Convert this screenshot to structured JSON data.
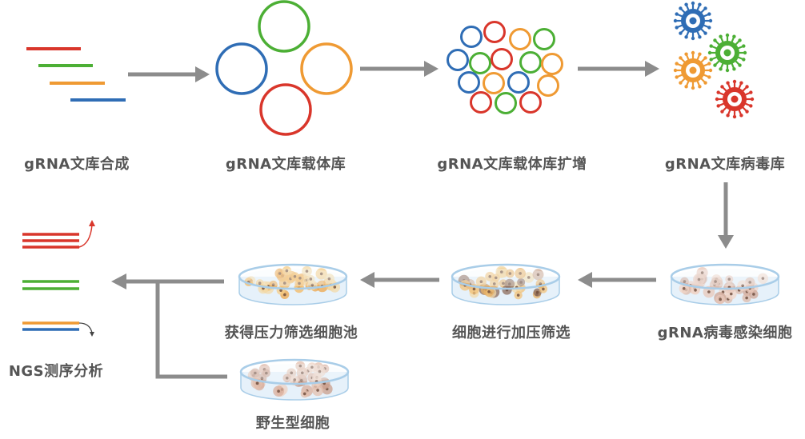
{
  "diagram": {
    "type": "workflow",
    "colors": {
      "red": "#d9362b",
      "green": "#4caf35",
      "orange": "#ef9a33",
      "blue": "#2f6db5",
      "arrow": "#8c8c8c",
      "label": "#555555",
      "dish_rim": "#a9cde8",
      "dish_fill": "#e6f1fa"
    },
    "steps": [
      {
        "id": "synthesis",
        "label": "gRNA文库合成",
        "icon": "oligo-lines-icon"
      },
      {
        "id": "vector-library",
        "label": "gRNA文库载体库",
        "icon": "plasmid-rings-icon"
      },
      {
        "id": "vector-amplification",
        "label": "gRNA文库载体库扩增",
        "icon": "amplified-plasmids-icon"
      },
      {
        "id": "virus-library",
        "label": "gRNA文库病毒库",
        "icon": "virus-icon"
      },
      {
        "id": "infection",
        "label": "gRNA病毒感染细胞",
        "icon": "petri-dish-icon"
      },
      {
        "id": "selection",
        "label": "细胞进行加压筛选",
        "icon": "petri-dish-icon"
      },
      {
        "id": "selected-pool",
        "label": "获得压力筛选细胞池",
        "icon": "petri-dish-icon"
      },
      {
        "id": "wild-type",
        "label": "野生型细胞",
        "icon": "petri-dish-icon"
      },
      {
        "id": "ngs",
        "label": "NGS测序分析",
        "icon": "sequencing-reads-icon"
      }
    ],
    "edges": [
      {
        "from": "synthesis",
        "to": "vector-library"
      },
      {
        "from": "vector-library",
        "to": "vector-amplification"
      },
      {
        "from": "vector-amplification",
        "to": "virus-library"
      },
      {
        "from": "virus-library",
        "to": "infection"
      },
      {
        "from": "infection",
        "to": "selection"
      },
      {
        "from": "selection",
        "to": "selected-pool"
      },
      {
        "from": "selected-pool",
        "to": "ngs"
      },
      {
        "from": "wild-type",
        "to": "ngs"
      }
    ]
  }
}
